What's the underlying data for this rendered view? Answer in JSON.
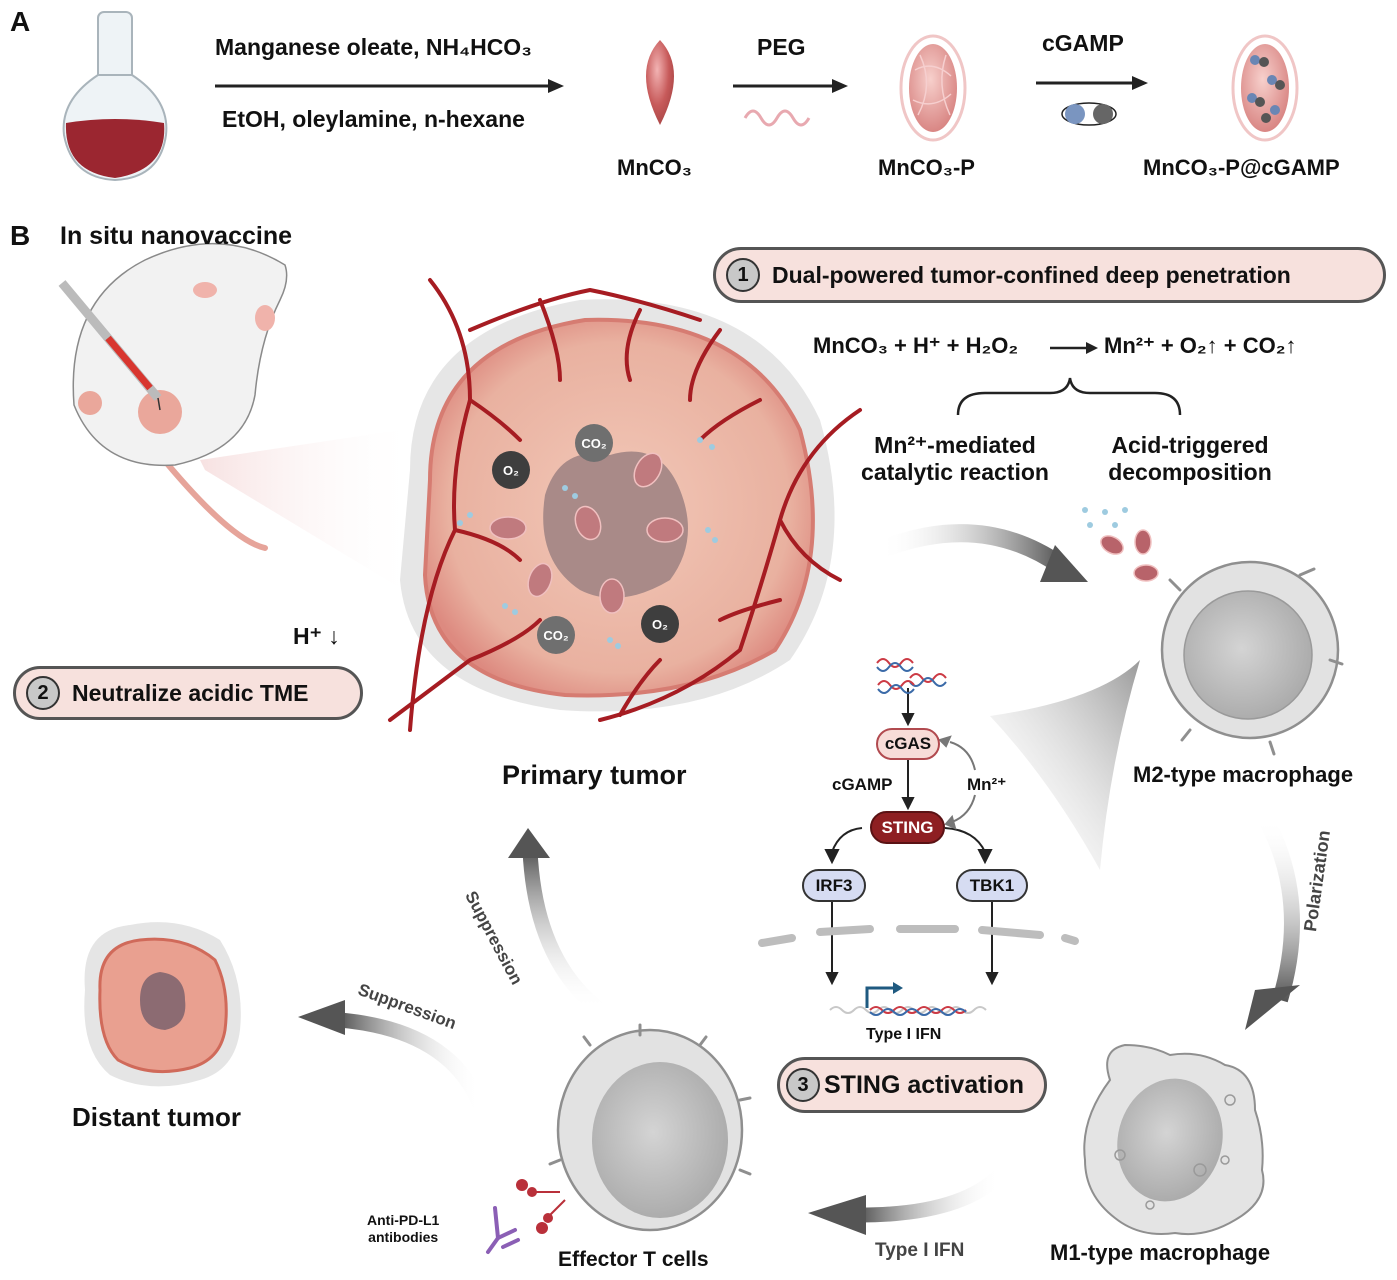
{
  "panel_a": {
    "letter": "A",
    "step1": {
      "above": "Manganese oleate, NH₄HCO₃",
      "below": "EtOH, oleylamine, n-hexane"
    },
    "product1": "MnCO₃",
    "step2": {
      "above": "PEG"
    },
    "product2": "MnCO₃-P",
    "step3": {
      "above": "cGAMP"
    },
    "product3": "MnCO₃-P@cGAMP"
  },
  "panel_b": {
    "letter": "B",
    "title": "In situ nanovaccine",
    "pill1": {
      "number": "1",
      "text": "Dual-powered tumor-confined deep penetration"
    },
    "equation": {
      "left": "MnCO₃ + H⁺ + H₂O₂",
      "right": "Mn²⁺ + O₂↑ + CO₂↑"
    },
    "mechanism_left": [
      "Mn²⁺-mediated",
      "catalytic reaction"
    ],
    "mechanism_right": [
      "Acid-triggered",
      "decomposition"
    ],
    "h_down": "H⁺ ↓",
    "pill2": {
      "number": "2",
      "text": "Neutralize acidic TME"
    },
    "tumor_gases": [
      "CO₂",
      "O₂",
      "CO₂",
      "O₂"
    ],
    "primary_tumor": "Primary tumor",
    "m2_label": "M2-type macrophage",
    "polarization": "Polarization",
    "m1_label": "M1-type macrophage",
    "sting_path": {
      "cgas": "cGAS",
      "cgamp": "cGAMP",
      "mn": "Mn²⁺",
      "sting": "STING",
      "irf3": "IRF3",
      "tbk1": "TBK1",
      "ifn_gene": "Type I IFN"
    },
    "pill3": {
      "number": "3",
      "text": "STING activation"
    },
    "type1_ifn_arrow": "Type I IFN",
    "effector_t": "Effector T cells",
    "antibody": [
      "Anti-PD-L1",
      "antibodies"
    ],
    "suppression_primary": "Suppression",
    "suppression_distant": "Suppression",
    "distant_tumor": "Distant tumor"
  },
  "colors": {
    "pill_fill": "#f7e1dd",
    "vessel": "#a61c22",
    "tumor": "#e8a08f",
    "sting": "#8e1f22",
    "cgas_fill": "#f7dcd8",
    "kinase_fill": "#d6dcf2",
    "arrow_gray": "#5c5c5c"
  }
}
